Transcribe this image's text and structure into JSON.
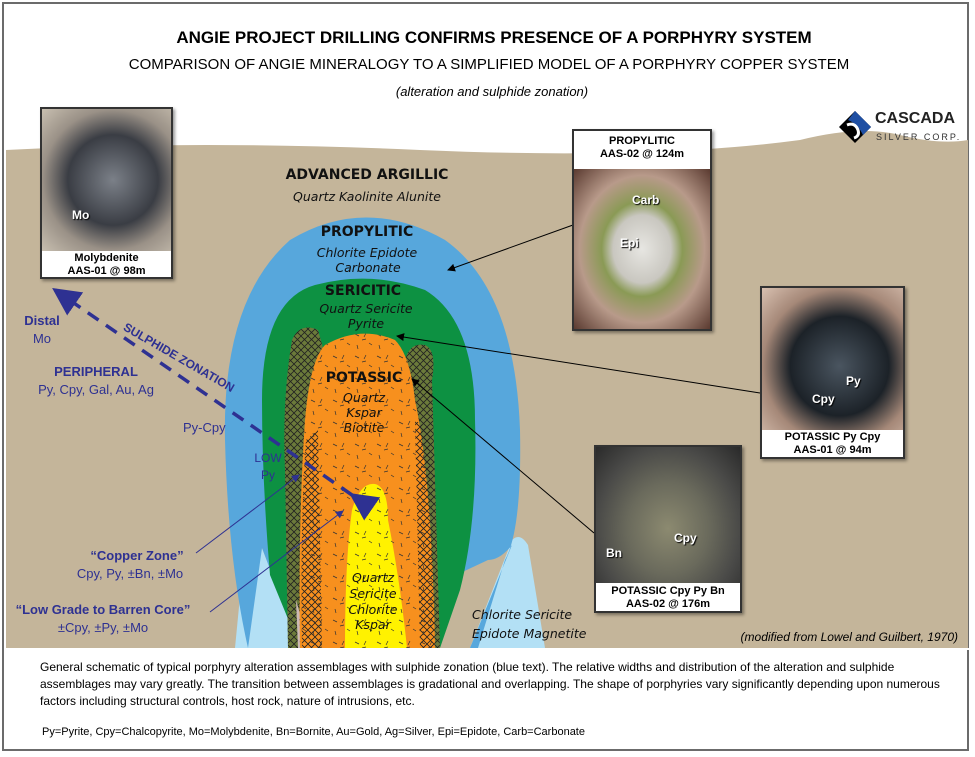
{
  "header": {
    "title": "ANGIE PROJECT DRILLING CONFIRMS PRESENCE OF A PORPHYRY SYSTEM",
    "subtitle": "COMPARISON OF ANGIE MINERALOGY TO A SIMPLIFIED MODEL OF A PORPHYRY COPPER SYSTEM",
    "note": "(alteration and sulphide zonation)"
  },
  "logo": {
    "name": "CASCADA",
    "tagline": "SILVER CORP."
  },
  "zones": {
    "advanced_argillic": {
      "name": "ADVANCED ARGILLIC",
      "minerals": "Quartz Kaolinite Alunite"
    },
    "propylitic": {
      "name": "PROPYLITIC",
      "minerals1": "Chlorite Epidote",
      "minerals2": "Carbonate"
    },
    "sericitic": {
      "name": "SERICITIC",
      "minerals1": "Quartz Sericite",
      "minerals2": "Pyrite"
    },
    "potassic": {
      "name": "POTASSIC",
      "minerals": [
        "Quartz",
        "Kspar",
        "Biotite"
      ]
    },
    "core": {
      "minerals": [
        "Quartz",
        "Sericite",
        "Chlorite",
        "Kspar"
      ]
    },
    "outer": {
      "minerals1": "Chlorite Sericite",
      "minerals2": "Epidote Magnetite"
    }
  },
  "sulphide": {
    "zonation_label": "SULPHIDE ZONATION",
    "distal": "Distal",
    "distal_min": "Mo",
    "peripheral": "PERIPHERAL",
    "peripheral_min": "Py, Cpy, Gal, Au, Ag",
    "py_cpy": "Py-Cpy",
    "low": "LOW",
    "low_py": "Py",
    "copper_zone": "“Copper Zone”",
    "copper_min": "Cpy, Py, ±Bn,  ±Mo",
    "barren": "“Low Grade to Barren Core”",
    "barren_min": "±Cpy, ±Py, ±Mo"
  },
  "photos": {
    "moly": {
      "label": "Mo",
      "caption1": "Molybdenite",
      "caption2": "AAS-01 @ 98m"
    },
    "propylitic": {
      "caption1": "PROPYLITIC",
      "caption2": "AAS-02 @ 124m",
      "label1": "Carb",
      "label2": "Epi"
    },
    "potassic1": {
      "label1": "Py",
      "label2": "Cpy",
      "caption1": "POTASSIC Py Cpy",
      "caption2": "AAS-01 @ 94m"
    },
    "potassic2": {
      "label1": "Cpy",
      "label2": "Bn",
      "caption1": "POTASSIC Cpy Py Bn",
      "caption2": "AAS-02 @ 176m"
    }
  },
  "source": "(modified from Lowel and Guilbert, 1970)",
  "caption": "General schematic of typical porphyry alteration assemblages with sulphide zonation (blue text).  The relative widths and distribution of the alteration and sulphide assemblages may vary greatly.  The transition between assemblages is gradational and overlapping.  The shape of porphyries vary significantly depending upon numerous factors including structural controls, host rock, nature of intrusions, etc.",
  "legend": "Py=Pyrite, Cpy=Chalcopyrite, Mo=Molybdenite, Bn=Bornite, Au=Gold, Ag=Silver, Epi=Epidote, Carb=Carbonate",
  "colors": {
    "ground": "#c4b59a",
    "propylitic": "#57a7dc",
    "sericitic": "#0d9142",
    "potassic": "#f7901e",
    "core": "#fff200",
    "outer": "#b3e0f5",
    "sulphide_text": "#2e3192"
  }
}
